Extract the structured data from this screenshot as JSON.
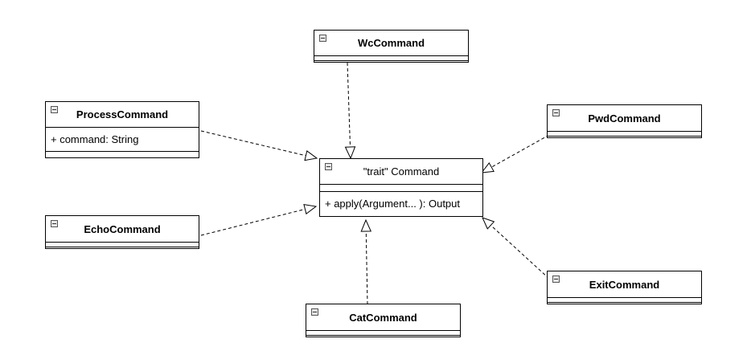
{
  "diagram": {
    "trait": {
      "title": "\"trait\" Command",
      "method": "+ apply(Argument... ): Output"
    },
    "process": {
      "title": "ProcessCommand",
      "attribute": "+ command: String"
    },
    "wc": {
      "title": "WcCommand"
    },
    "pwd": {
      "title": "PwdCommand"
    },
    "echo": {
      "title": "EchoCommand"
    },
    "cat": {
      "title": "CatCommand"
    },
    "exit": {
      "title": "ExitCommand"
    }
  }
}
